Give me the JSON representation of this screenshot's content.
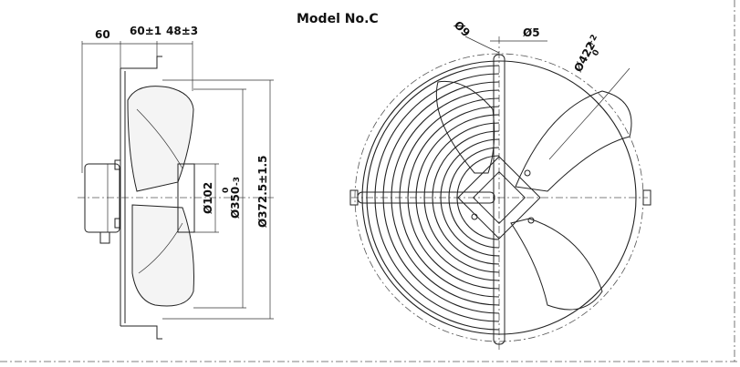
{
  "title": "Model No.C",
  "side_view": {
    "dims": {
      "d60": "60",
      "d60tol": "60±1",
      "d48": "48±3",
      "d102": "Ø102",
      "d350": "Ø350",
      "d350_sup": "0",
      "d350_sub": "-3",
      "d372": "Ø372.5±1.5"
    }
  },
  "front_view": {
    "dims": {
      "d9": "Ø9",
      "d5": "Ø5",
      "d422": "Ø422",
      "d422_sup": "+2",
      "d422_sub": "0"
    }
  }
}
